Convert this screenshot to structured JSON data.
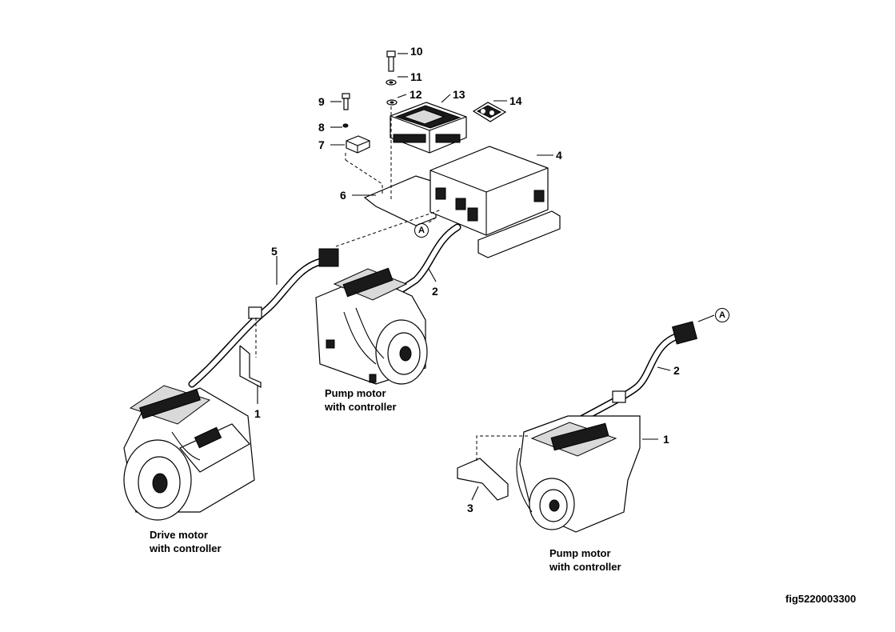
{
  "callouts": {
    "n1": "1",
    "n2": "2",
    "n3": "3",
    "n4": "4",
    "n5": "5",
    "n6": "6",
    "n7": "7",
    "n8": "8",
    "n9": "9",
    "n10": "10",
    "n11": "11",
    "n12": "12",
    "n13": "13",
    "n14": "14",
    "connector_ref": "A"
  },
  "captions": {
    "drive_motor": {
      "line1": "Drive motor",
      "line2": "with controller"
    },
    "pump_motor_center": {
      "line1": "Pump motor",
      "line2": "with controller"
    },
    "pump_motor_right": {
      "line1": "Pump motor",
      "line2": "with controller"
    }
  },
  "figure_id": "fig5220003300"
}
